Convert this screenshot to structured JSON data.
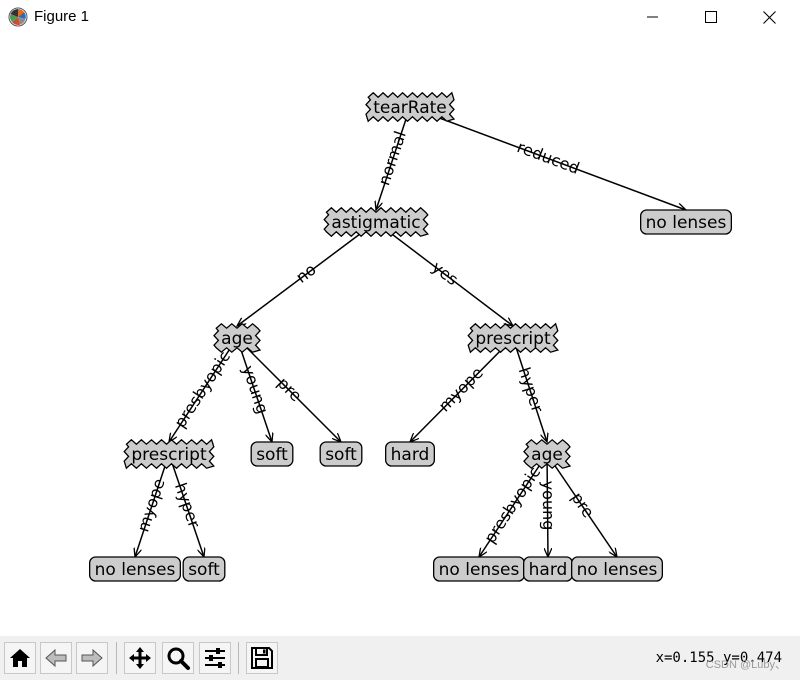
{
  "window": {
    "title": "Figure 1",
    "icon": "matplotlib-logo-icon",
    "controls": [
      "minimize-icon",
      "maximize-icon",
      "close-icon"
    ]
  },
  "tree": {
    "nodes": [
      {
        "id": "n0",
        "label": "tearRate",
        "kind": "decision"
      },
      {
        "id": "n1",
        "label": "astigmatic",
        "kind": "decision"
      },
      {
        "id": "n2",
        "label": "no lenses",
        "kind": "leaf"
      },
      {
        "id": "n3",
        "label": "age",
        "kind": "decision"
      },
      {
        "id": "n4",
        "label": "prescript",
        "kind": "decision"
      },
      {
        "id": "n5",
        "label": "prescript",
        "kind": "decision"
      },
      {
        "id": "n6",
        "label": "soft",
        "kind": "leaf"
      },
      {
        "id": "n7",
        "label": "soft",
        "kind": "leaf"
      },
      {
        "id": "n8",
        "label": "hard",
        "kind": "leaf"
      },
      {
        "id": "n9",
        "label": "age",
        "kind": "decision"
      },
      {
        "id": "n10",
        "label": "no lenses",
        "kind": "leaf"
      },
      {
        "id": "n11",
        "label": "soft",
        "kind": "leaf"
      },
      {
        "id": "n12",
        "label": "no lenses",
        "kind": "leaf"
      },
      {
        "id": "n13",
        "label": "hard",
        "kind": "leaf"
      },
      {
        "id": "n14",
        "label": "no lenses",
        "kind": "leaf"
      }
    ],
    "edges": [
      {
        "from": "n0",
        "to": "n1",
        "label": "normal"
      },
      {
        "from": "n0",
        "to": "n2",
        "label": "reduced"
      },
      {
        "from": "n1",
        "to": "n3",
        "label": "no"
      },
      {
        "from": "n1",
        "to": "n4",
        "label": "yes"
      },
      {
        "from": "n3",
        "to": "n5",
        "label": "presbyopic"
      },
      {
        "from": "n3",
        "to": "n6",
        "label": "young"
      },
      {
        "from": "n3",
        "to": "n7",
        "label": "pre"
      },
      {
        "from": "n4",
        "to": "n8",
        "label": "myope"
      },
      {
        "from": "n4",
        "to": "n9",
        "label": "hyper"
      },
      {
        "from": "n5",
        "to": "n10",
        "label": "myope"
      },
      {
        "from": "n5",
        "to": "n11",
        "label": "hyper"
      },
      {
        "from": "n9",
        "to": "n12",
        "label": "presbyopic"
      },
      {
        "from": "n9",
        "to": "n13",
        "label": "young"
      },
      {
        "from": "n9",
        "to": "n14",
        "label": "pre"
      }
    ],
    "colors": {
      "node_fill": "#cccccc",
      "stroke": "#000000"
    }
  },
  "toolbar": {
    "buttons": [
      {
        "name": "home-button",
        "icon": "home-icon"
      },
      {
        "name": "back-button",
        "icon": "arrow-left-icon"
      },
      {
        "name": "forward-button",
        "icon": "arrow-right-icon"
      },
      {
        "name": "pan-button",
        "icon": "move-icon"
      },
      {
        "name": "zoom-button",
        "icon": "magnifier-icon"
      },
      {
        "name": "configure-subplots-button",
        "icon": "sliders-icon"
      },
      {
        "name": "save-button",
        "icon": "floppy-disk-icon"
      }
    ],
    "coordinates": "x=0.155 y=0.474",
    "watermark": "CSDN @Luby、"
  }
}
